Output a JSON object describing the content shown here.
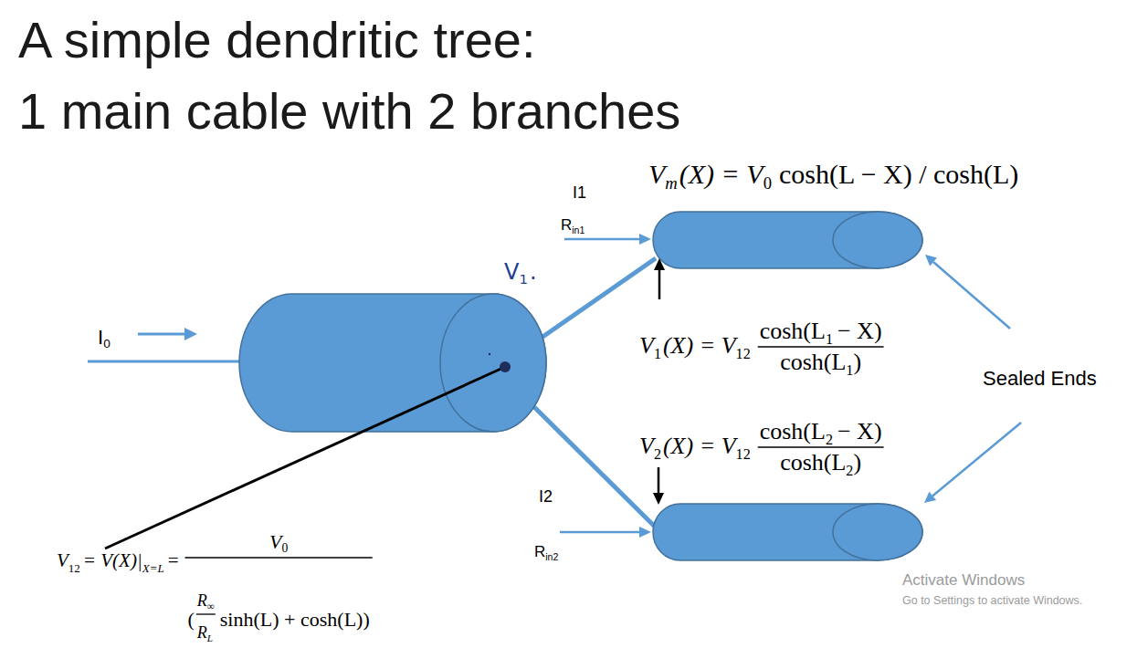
{
  "diagram": {
    "title": "A simple dendritic tree: 1 main cable with 2 branches",
    "labels": [
      "V",
      "m",
      "(X) = V",
      "0",
      "cosh(L − X) / cosh(L)",
      "I1",
      "R",
      "in1",
      "V",
      "1",
      ".",
      "I",
      "0",
      "V",
      "1",
      "(X) = V",
      "12",
      "cosh(L",
      "1",
      "− X)",
      "cosh(L",
      "1",
      ")",
      "Sealed Ends",
      "V",
      "2",
      "(X) = V",
      "12",
      "cosh(L",
      "2",
      "− X)",
      "cosh(L",
      "2",
      ")",
      "I2",
      "R",
      "in2",
      "V",
      "12",
      "= V(X)|",
      "X=L",
      "=",
      "V",
      "0",
      "(",
      "R",
      "∞",
      "R",
      "L",
      "sinh(L) + cosh(L))",
      "Activate Windows",
      "Go to Settings to activate Windows."
    ]
  }
}
